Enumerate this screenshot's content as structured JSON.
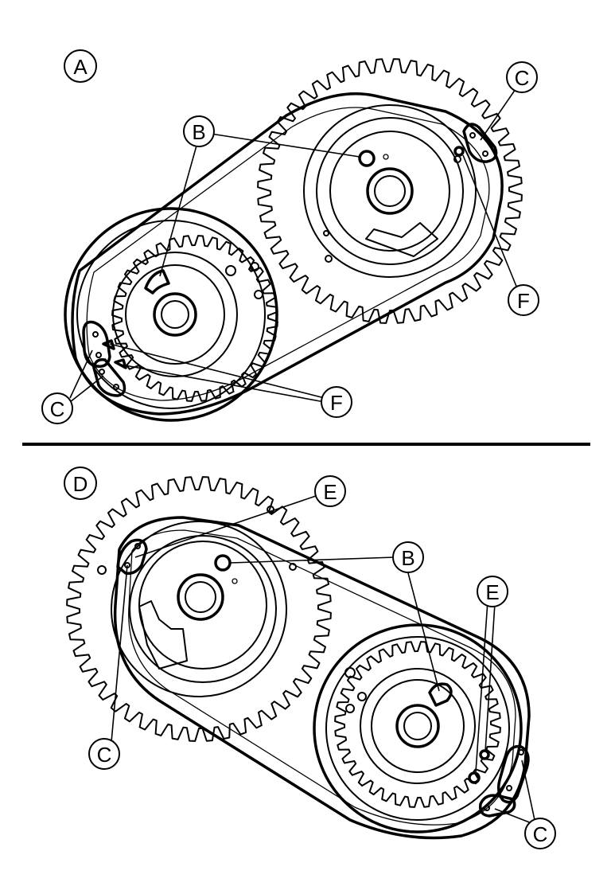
{
  "panels": [
    {
      "id": "top",
      "view_label": "A",
      "callouts": {
        "B": "B",
        "C": "C",
        "F": "F"
      }
    },
    {
      "id": "bottom",
      "view_label": "D",
      "callouts": {
        "B": "B",
        "C": "C",
        "E": "E"
      }
    }
  ]
}
